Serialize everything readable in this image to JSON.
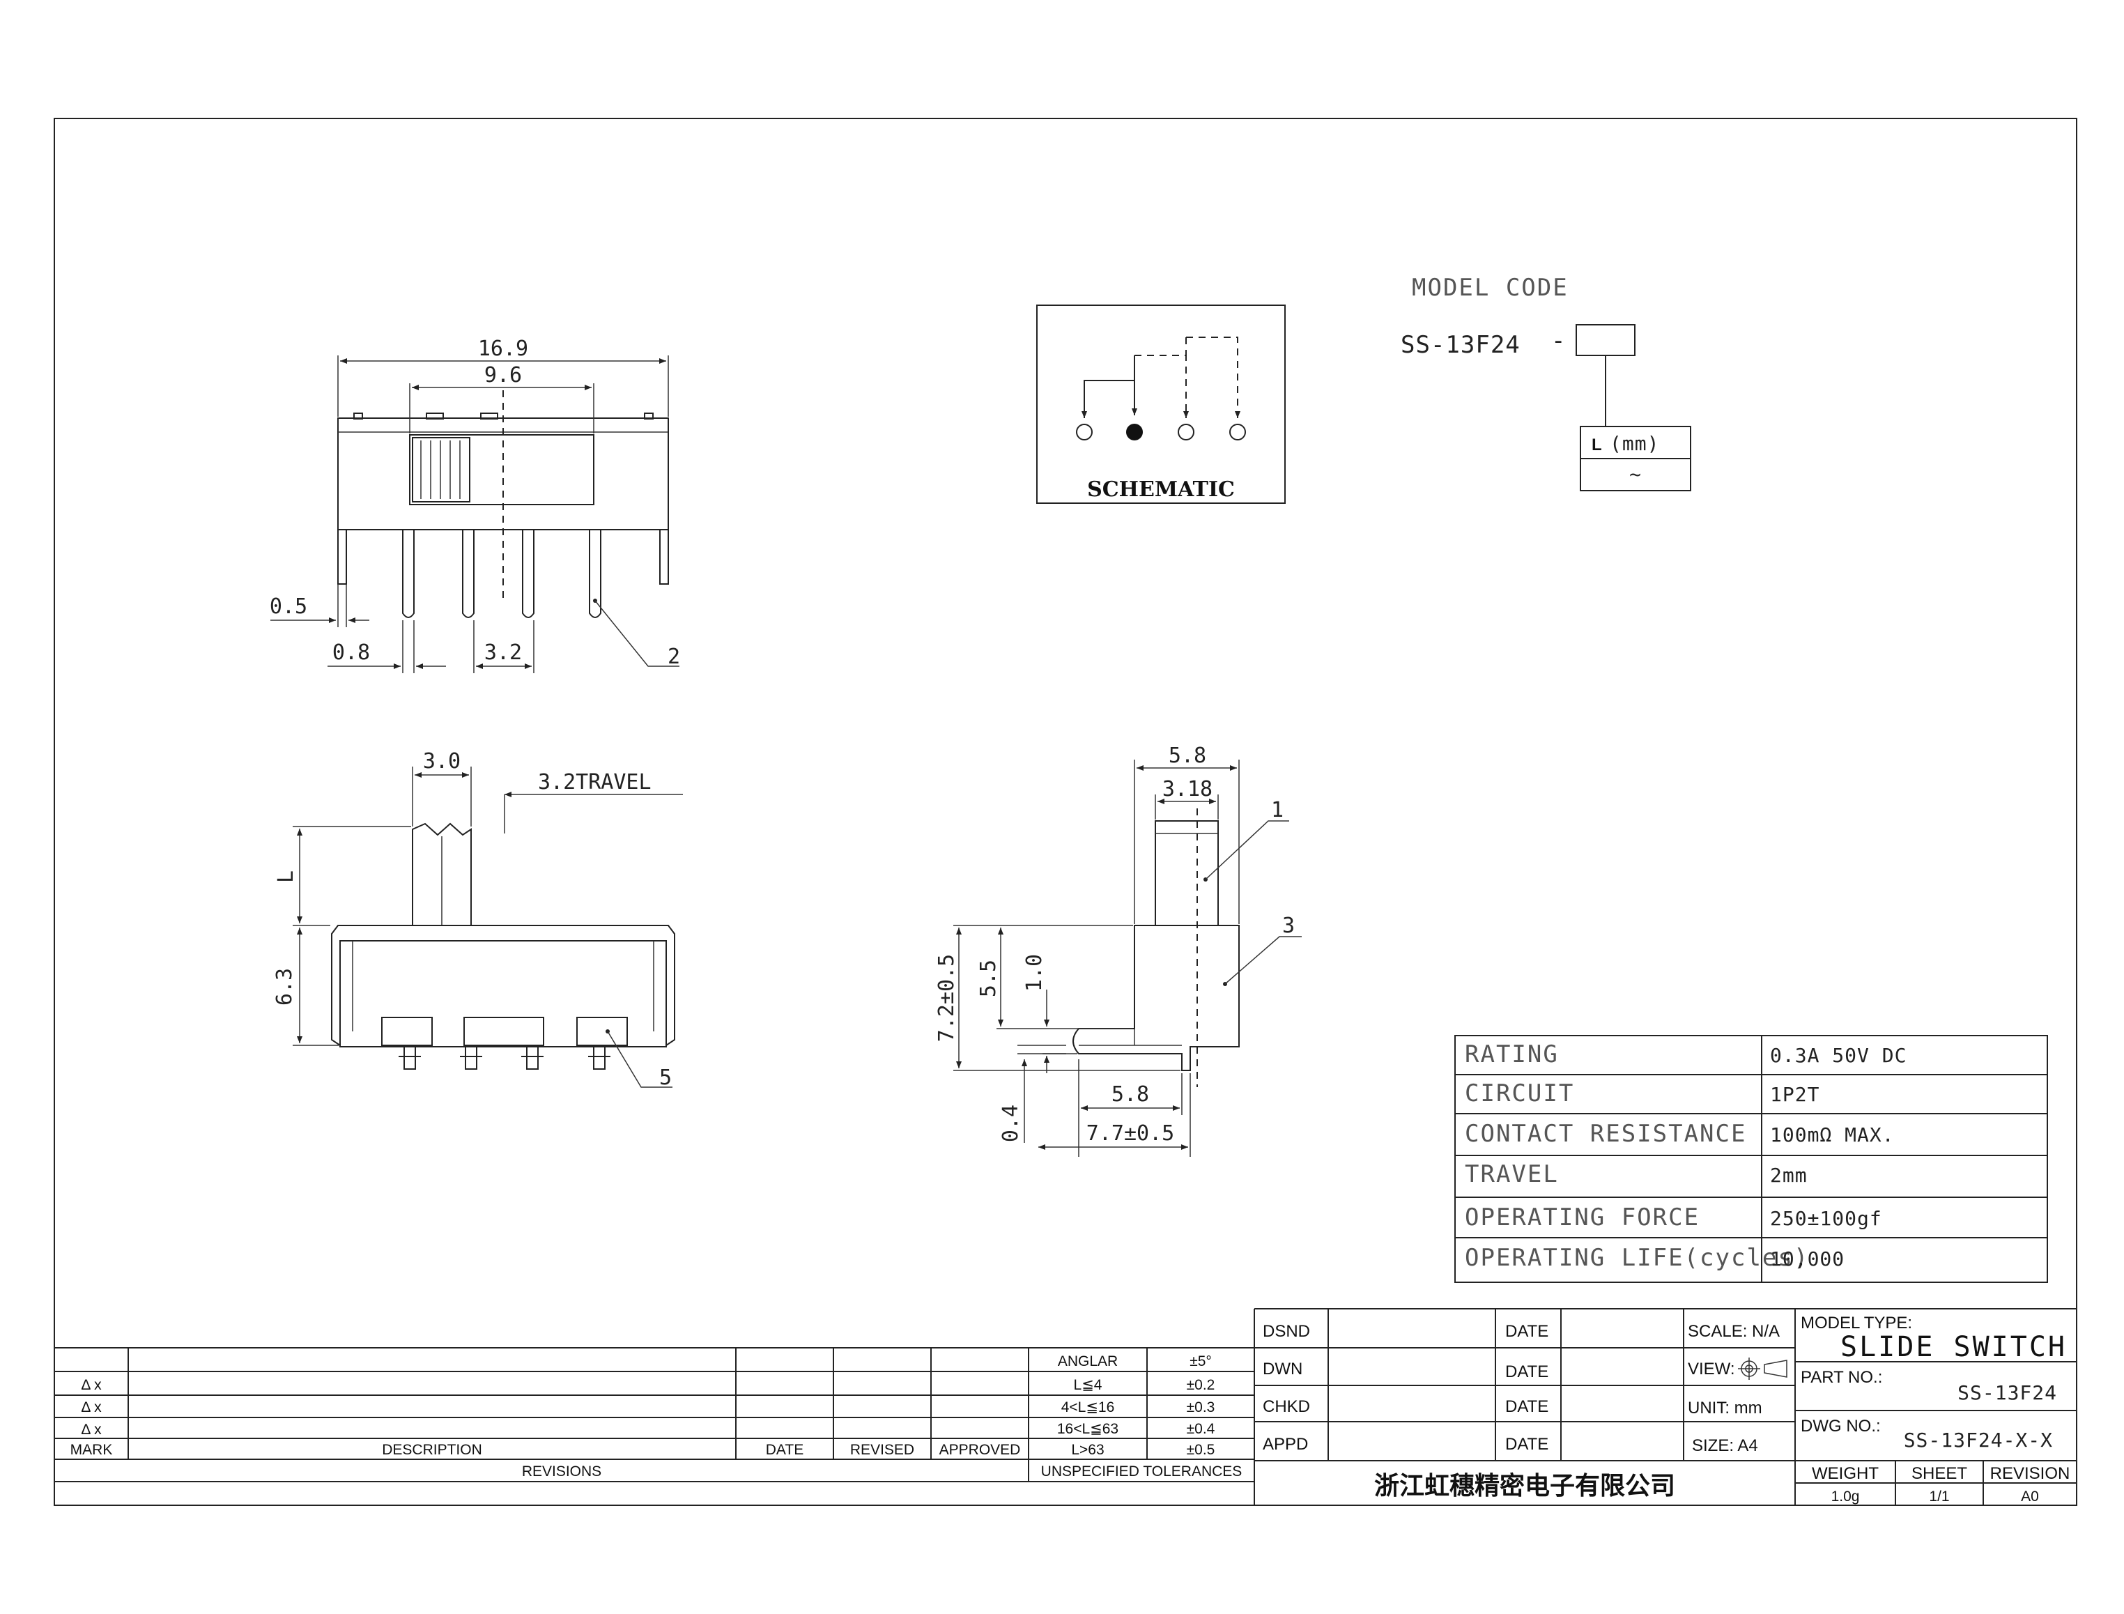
{
  "model_code": {
    "title": "MODEL CODE",
    "part": "SS-13F24",
    "dash": "-",
    "l_label": "L",
    "l_unit": "(mm)",
    "l_value": "~"
  },
  "schematic": {
    "label": "SCHEMATIC"
  },
  "top_view": {
    "dims": [
      "16.9",
      "9.6",
      "0.5",
      "0.8",
      "3.2"
    ],
    "callouts": [
      "2"
    ]
  },
  "front_view": {
    "dims": [
      "3.0",
      "3.2TRAVEL",
      "L",
      "6.3"
    ],
    "callouts": [
      "5"
    ]
  },
  "side_view": {
    "dims": [
      "5.8",
      "3.18",
      "7.2±0.5",
      "5.5",
      "1.0",
      "5.8",
      "0.4",
      "7.7±0.5"
    ],
    "callouts": [
      "1",
      "3"
    ]
  },
  "specs": [
    {
      "label": "RATING",
      "value": "0.3A 50V DC"
    },
    {
      "label": "CIRCUIT",
      "value": "1P2T"
    },
    {
      "label": "CONTACT RESISTANCE",
      "value": "100mΩ MAX."
    },
    {
      "label": "TRAVEL",
      "value": "2mm"
    },
    {
      "label": "OPERATING FORCE",
      "value": "250±100gf"
    },
    {
      "label": "OPERATING LIFE(cycles)",
      "value": "10,000"
    }
  ],
  "revisions": {
    "rows": [
      "Δ x",
      "Δ x",
      "Δ x"
    ],
    "mark": "MARK",
    "description": "DESCRIPTION",
    "date": "DATE",
    "revised": "REVISED",
    "approved": "APPROVED",
    "title": "REVISIONS"
  },
  "tolerances": {
    "rows": [
      {
        "range": "ANGLAR",
        "tol": "±5°"
      },
      {
        "range": "L≦4",
        "tol": "±0.2"
      },
      {
        "range": "4<L≦16",
        "tol": "±0.3"
      },
      {
        "range": "16<L≦63",
        "tol": "±0.4"
      },
      {
        "range": "L>63",
        "tol": "±0.5"
      }
    ],
    "title": "UNSPECIFIED TOLERANCES"
  },
  "signoff": {
    "rows": [
      "DSND",
      "DWN",
      "CHKD",
      "APPD"
    ],
    "date_label": "DATE",
    "scale": "SCALE: N/A",
    "view": "VIEW:",
    "unit": "UNIT: mm",
    "size": "SIZE: A4"
  },
  "title_block": {
    "model_type_label": "MODEL TYPE:",
    "model_type": "SLIDE SWITCH",
    "part_no_label": "PART NO.:",
    "part_no": "SS-13F24",
    "dwg_no_label": "DWG NO.:",
    "dwg_no": "SS-13F24-X-X",
    "weight_label": "WEIGHT",
    "weight": "1.0g",
    "sheet_label": "SHEET",
    "sheet": "1/1",
    "revision_label": "REVISION",
    "revision": "A0",
    "company": "浙江虹穗精密电子有限公司"
  }
}
